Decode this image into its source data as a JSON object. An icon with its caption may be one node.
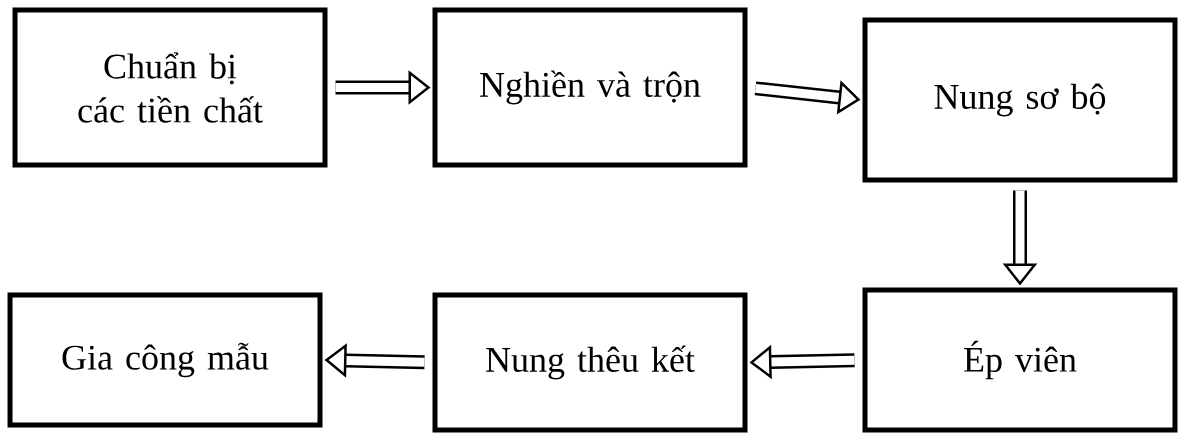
{
  "diagram": {
    "nodes": [
      {
        "text": [
          "Chuẩn bị các tiền chất"
        ]
      },
      {
        "text": [
          "Nghiền và trộn"
        ]
      },
      {
        "text": [
          "Nung sơ bộ"
        ]
      },
      {
        "text": [
          "Ép viên"
        ]
      },
      {
        "text": [
          "Nung thêu kết"
        ]
      },
      {
        "text": [
          "Gia công mẫu"
        ]
      }
    ],
    "edges": [
      {
        "from": 0,
        "to": 1,
        "arrow": "to"
      },
      {
        "from": 1,
        "to": 2,
        "arrow": "to"
      },
      {
        "from": 2,
        "to": 3,
        "arrow": "to"
      },
      {
        "from": 3,
        "to": 4,
        "arrow": "to"
      },
      {
        "from": 4,
        "to": 5,
        "arrow": "to"
      }
    ]
  }
}
